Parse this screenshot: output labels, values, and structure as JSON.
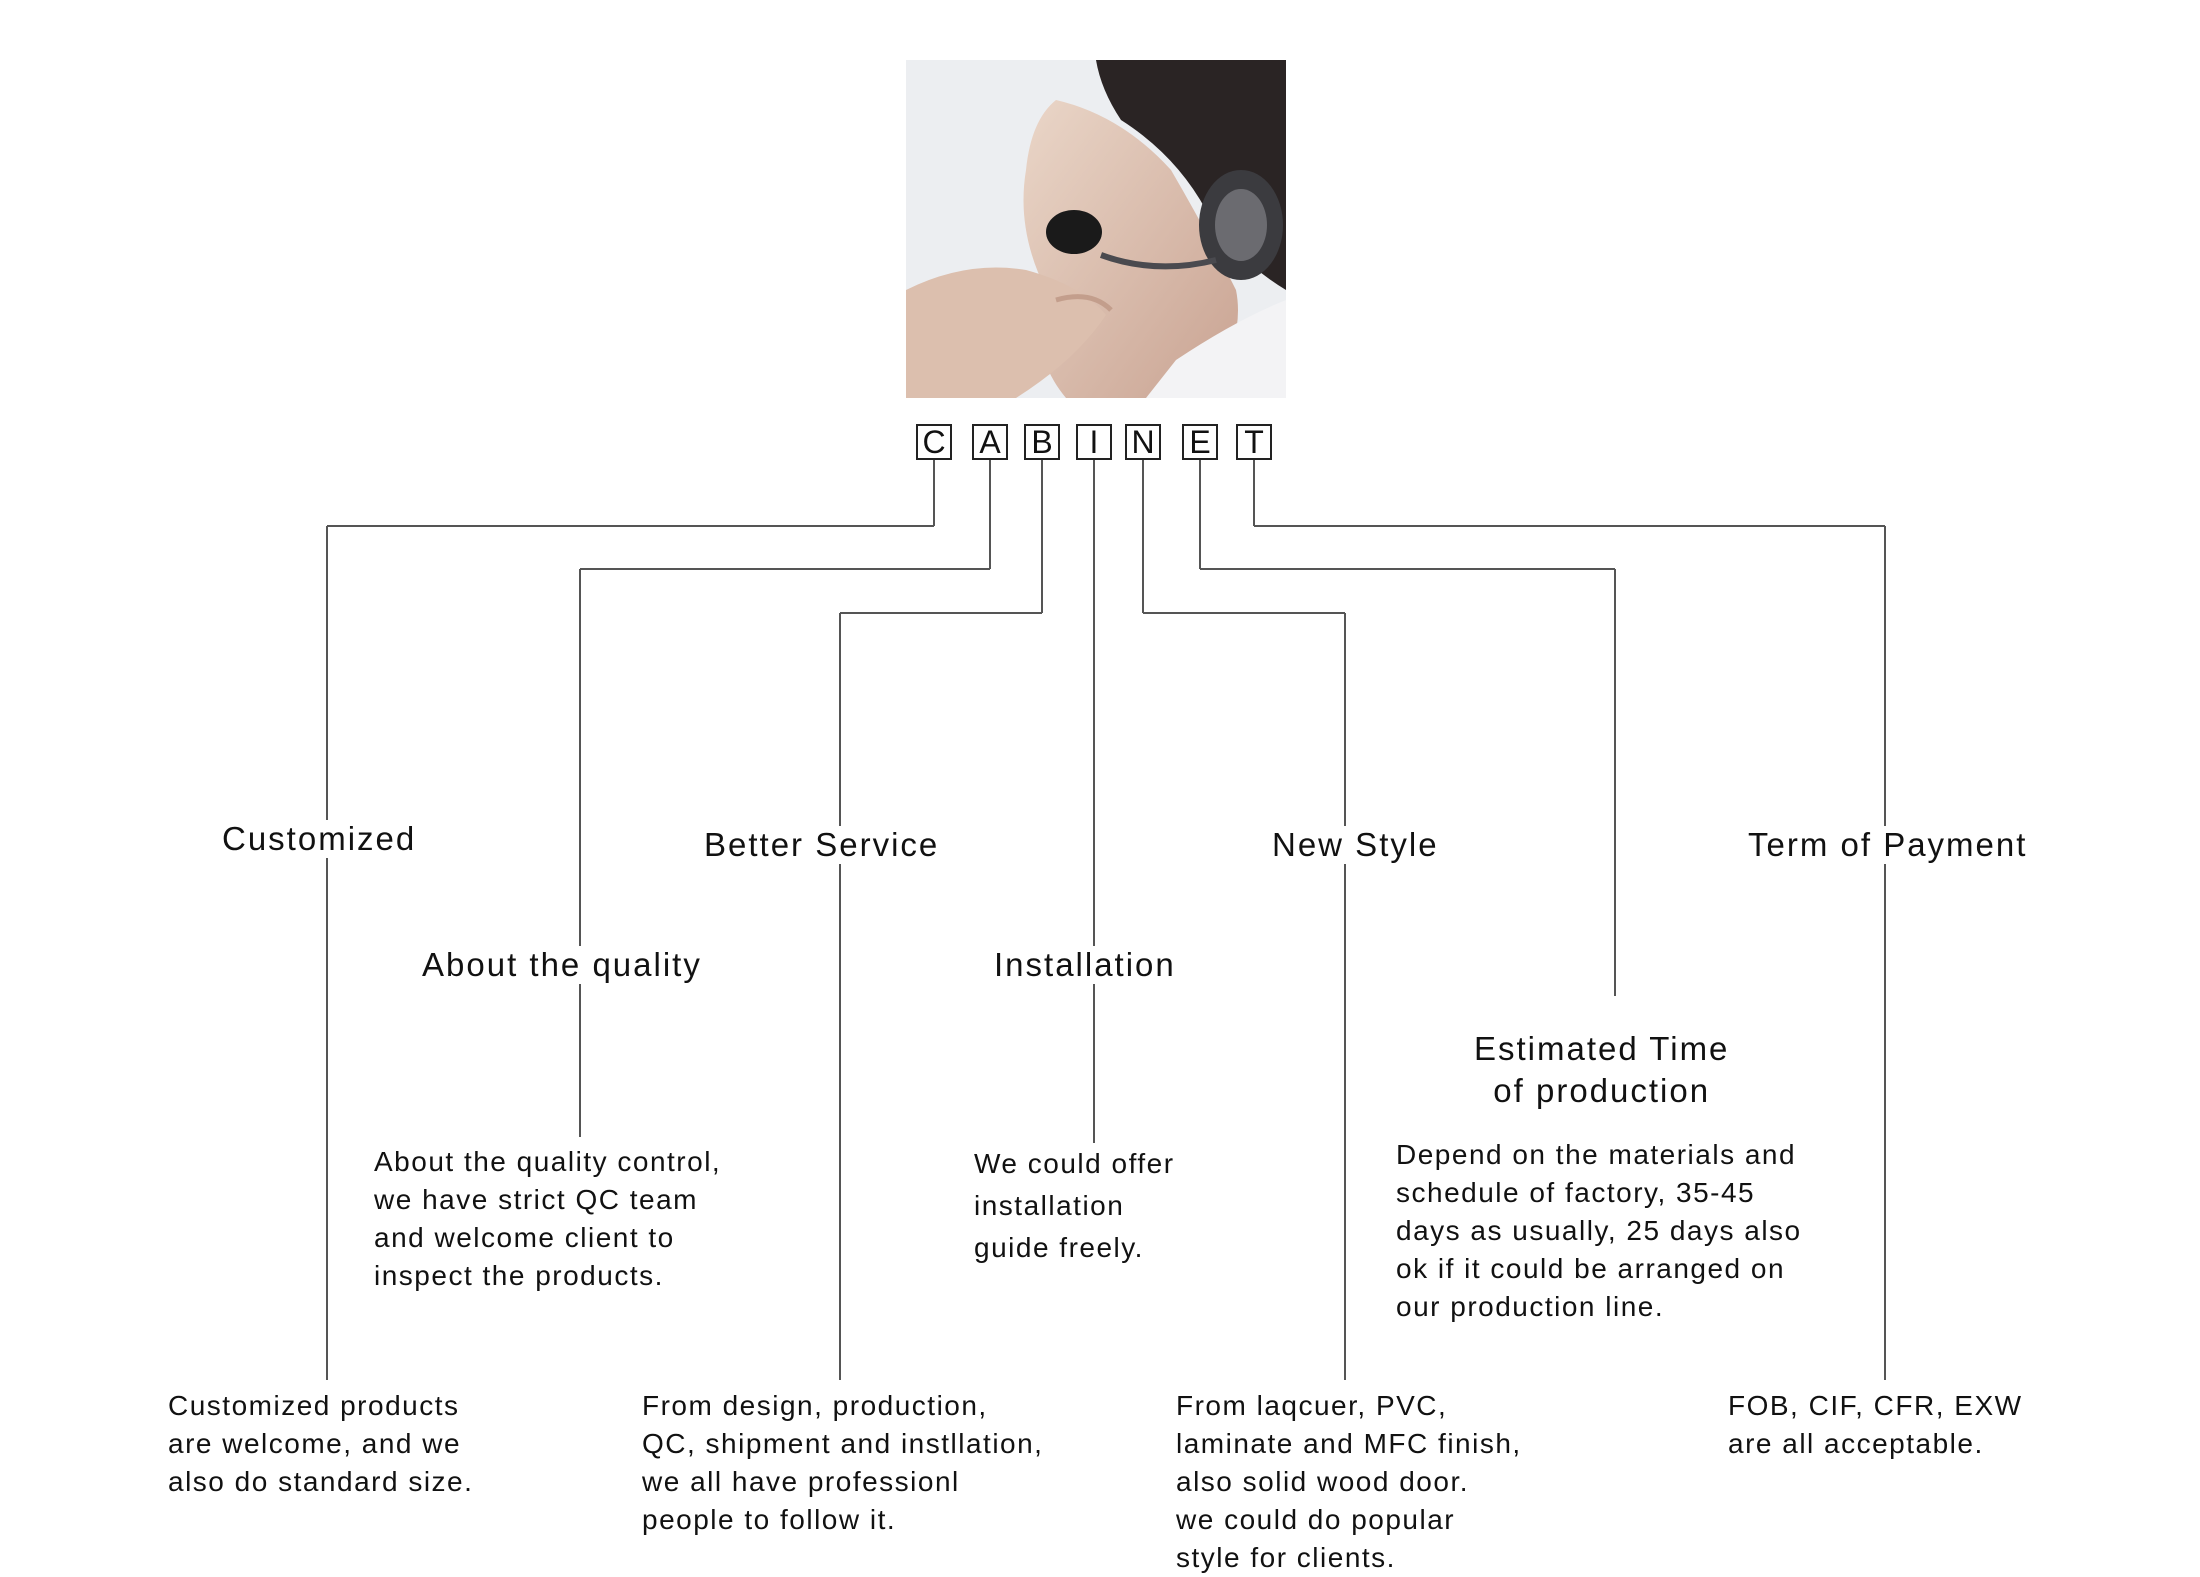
{
  "diagram": {
    "letters": [
      "C",
      "A",
      "B",
      "I",
      "N",
      "E",
      "T"
    ],
    "titles": {
      "customized": "Customized",
      "quality": "About the quality",
      "service": "Better Service",
      "installation": "Installation",
      "style": "New Style",
      "production": "Estimated Time\nof production",
      "payment": "Term of Payment"
    },
    "descriptions": {
      "customized": "Customized products\nare welcome, and we\nalso do standard size.",
      "quality": "About the quality control,\nwe have strict QC team\nand welcome client to\ninspect the products.",
      "service": "From design, production,\nQC, shipment and instllation,\nwe all have professionl\npeople to follow it.",
      "installation": "We could offer\ninstallation\nguide freely.",
      "style": "From laqcuer, PVC,\nlaminate and MFC finish,\nalso solid wood door.\nwe could do popular\nstyle for clients.",
      "production": "Depend on the materials and\nschedule of factory, 35-45\ndays as usually, 25 days also\nok if it could be arranged on\nour production line.",
      "payment": "FOB, CIF, CFR, EXW\nare all acceptable."
    }
  }
}
